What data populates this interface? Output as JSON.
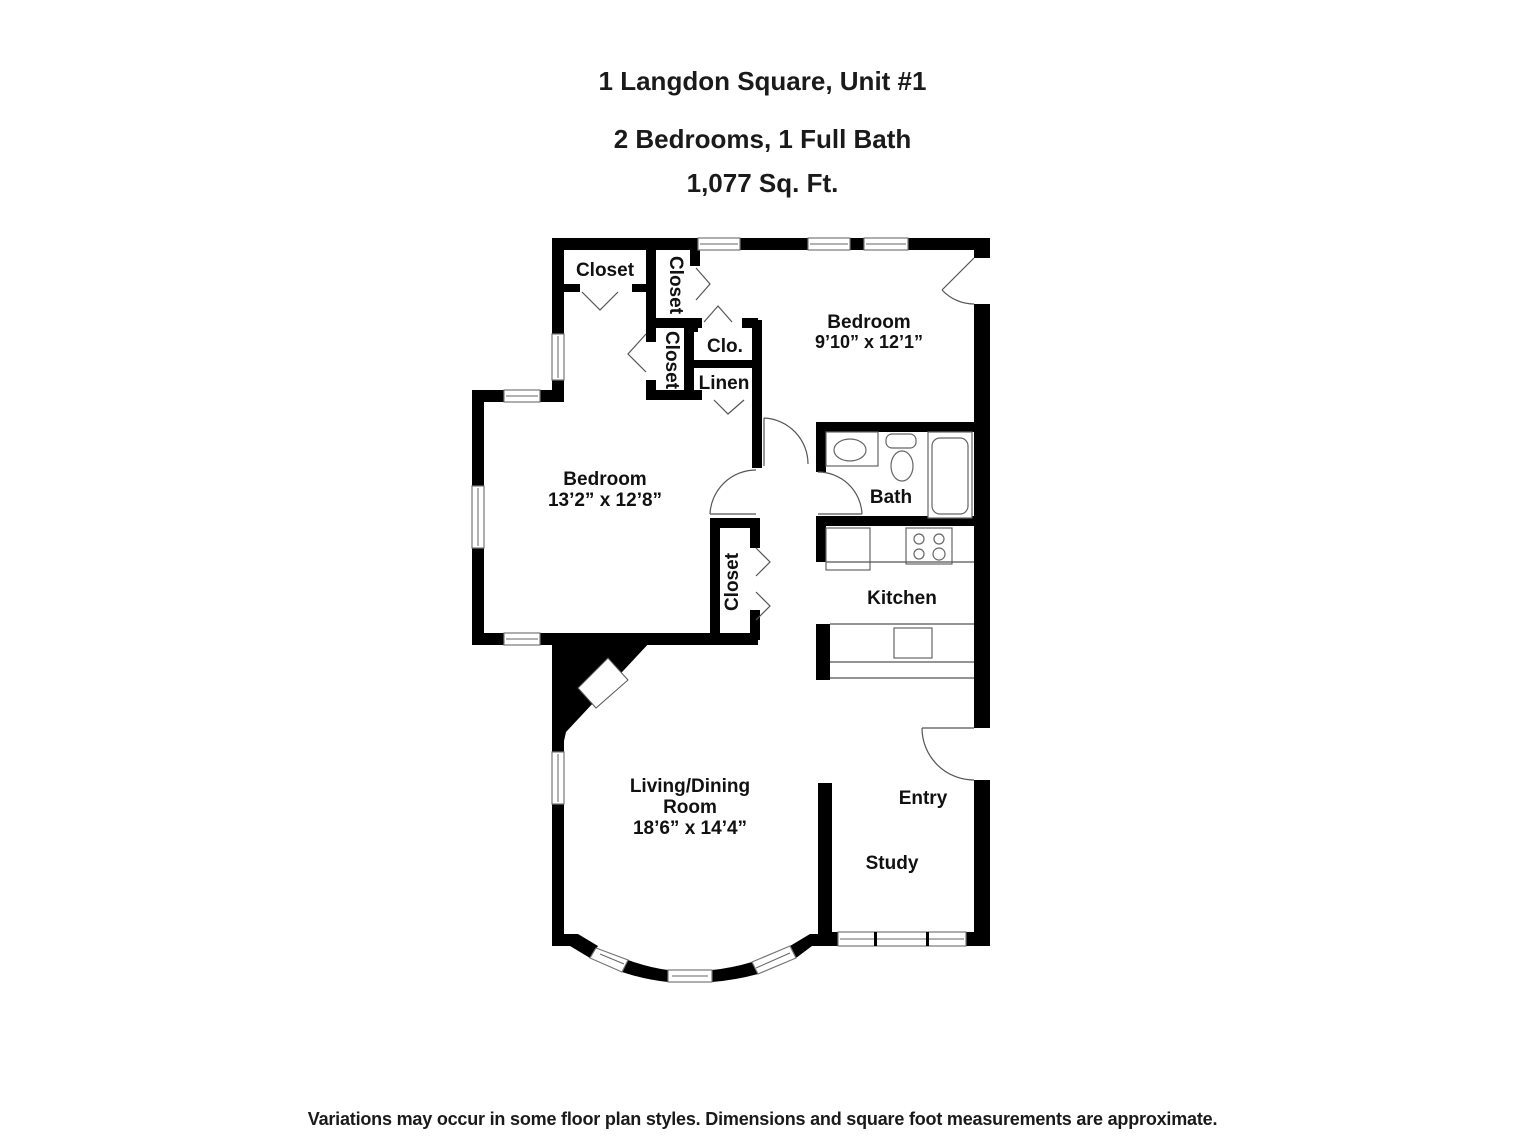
{
  "header": {
    "title": "1 Langdon Square, Unit #1",
    "subtitle": "2 Bedrooms, 1 Full Bath",
    "area": "1,077 Sq. Ft."
  },
  "rooms": {
    "bedroom_ne": {
      "name": "Bedroom",
      "dims": "9’10” x 12’1”"
    },
    "bedroom_w": {
      "name": "Bedroom",
      "dims": "13’2” x 12’8”"
    },
    "living": {
      "name_line1": "Living/Dining",
      "name_line2": "Room",
      "dims": "18’6” x 14’4”"
    },
    "bath": {
      "name": "Bath"
    },
    "kitchen": {
      "name": "Kitchen"
    },
    "entry": {
      "name": "Entry"
    },
    "study": {
      "name": "Study"
    },
    "closet_top": {
      "name": "Closet"
    },
    "closet_vertical_top": {
      "name": "Closet"
    },
    "closet_vertical_mid": {
      "name": "Closet"
    },
    "clo": {
      "name": "Clo."
    },
    "linen": {
      "name": "Linen"
    },
    "closet_hall": {
      "name": "Closet"
    }
  },
  "footer": {
    "disclaimer": "Variations may occur in some floor plan styles. Dimensions and square foot measurements are approximate."
  },
  "colors": {
    "wall": "#000000",
    "background": "#ffffff",
    "text": "#111111"
  }
}
